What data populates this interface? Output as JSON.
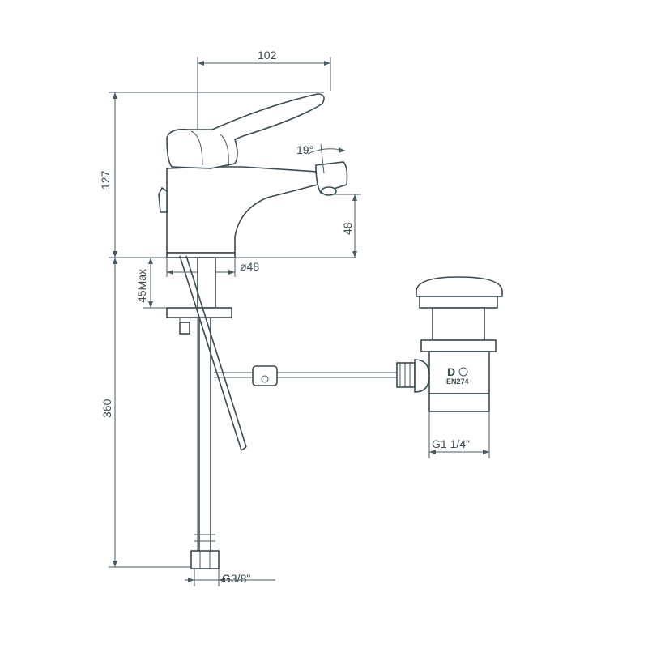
{
  "dimensions": {
    "width": "102",
    "height_total": "127",
    "spout_height": "48",
    "base_diameter": "ø48",
    "deck_thickness": "45Max",
    "hose_length": "360",
    "inlet_thread": "G3/8\"",
    "waste_thread": "G1 1/4\"",
    "spout_angle": "19°"
  },
  "waste_logo": {
    "mark": "D",
    "code": "EN274"
  }
}
